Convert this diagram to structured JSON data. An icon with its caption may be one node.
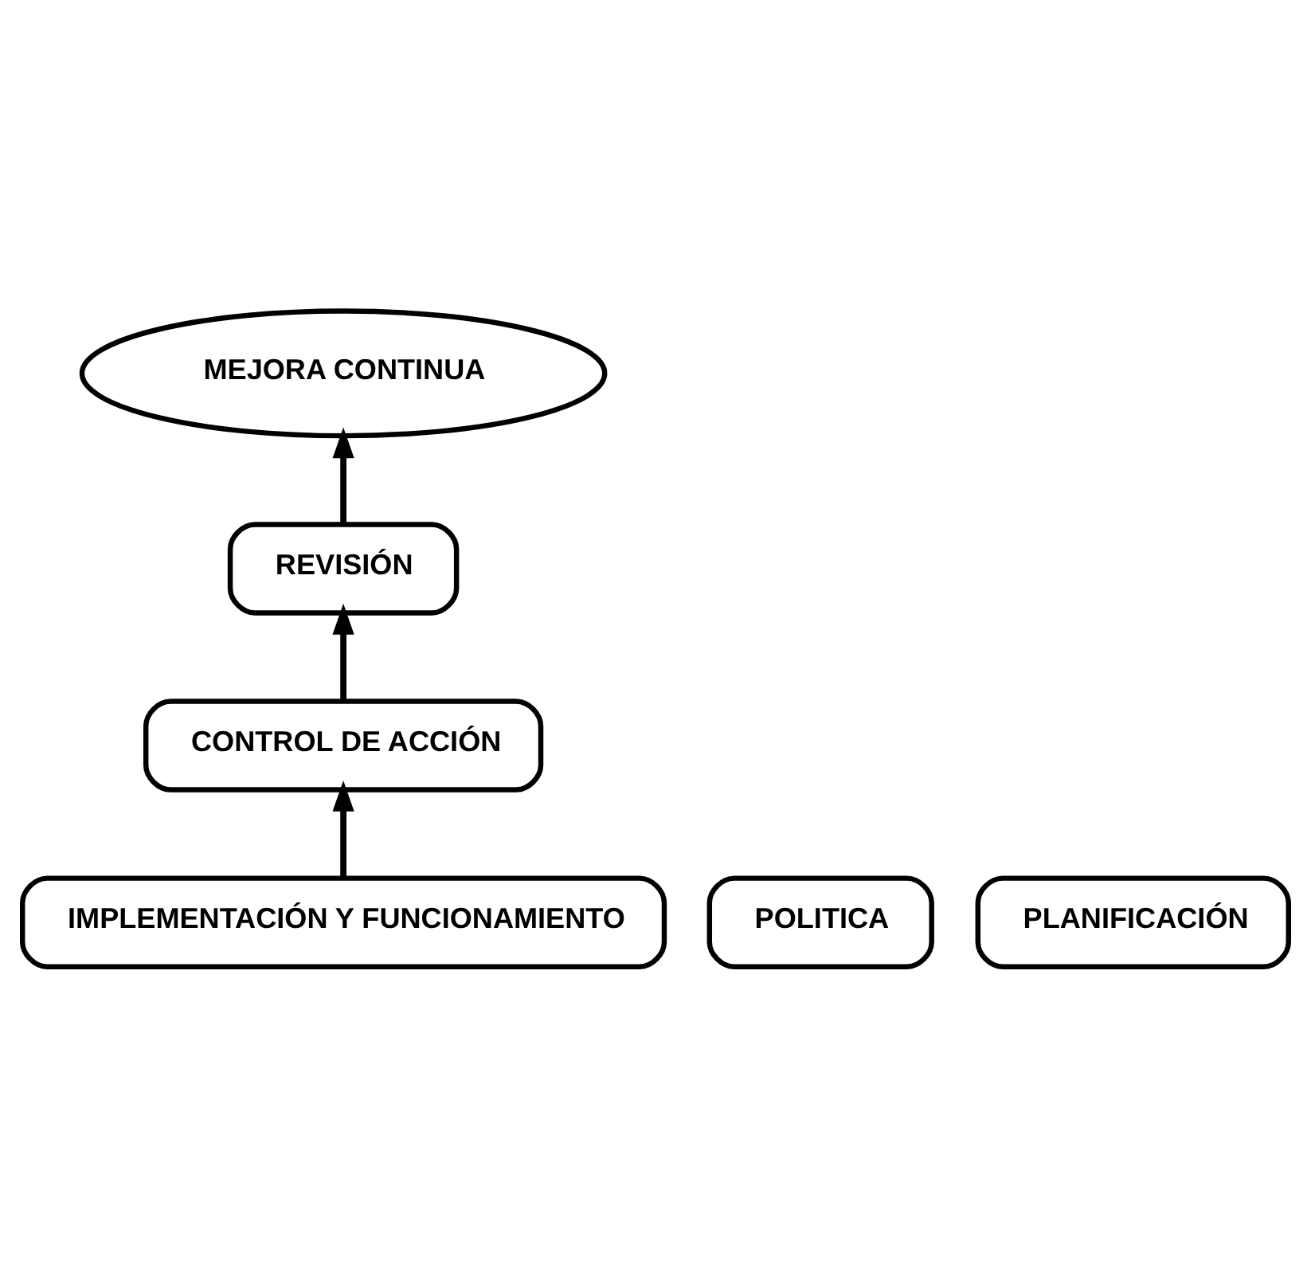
{
  "diagram": {
    "nodes": [
      {
        "text": [
          "MEJORA CONTINUA"
        ]
      },
      {
        "text": [
          "REVISIÓN"
        ]
      },
      {
        "text": [
          "POLITICA"
        ]
      },
      {
        "text": [
          "PLANIFICACIÓN"
        ]
      },
      {
        "text": [
          "IMPLEMENTACIÓN Y FUNCIONAMIENTO"
        ]
      },
      {
        "text": [
          "CONTROL DE ACCIÓN"
        ]
      }
    ],
    "edges": [
      {
        "from": 4,
        "to": 5,
        "arrow": "to"
      },
      {
        "from": 5,
        "to": 1,
        "arrow": "to"
      },
      {
        "from": 1,
        "to": 0,
        "arrow": "to"
      }
    ]
  }
}
